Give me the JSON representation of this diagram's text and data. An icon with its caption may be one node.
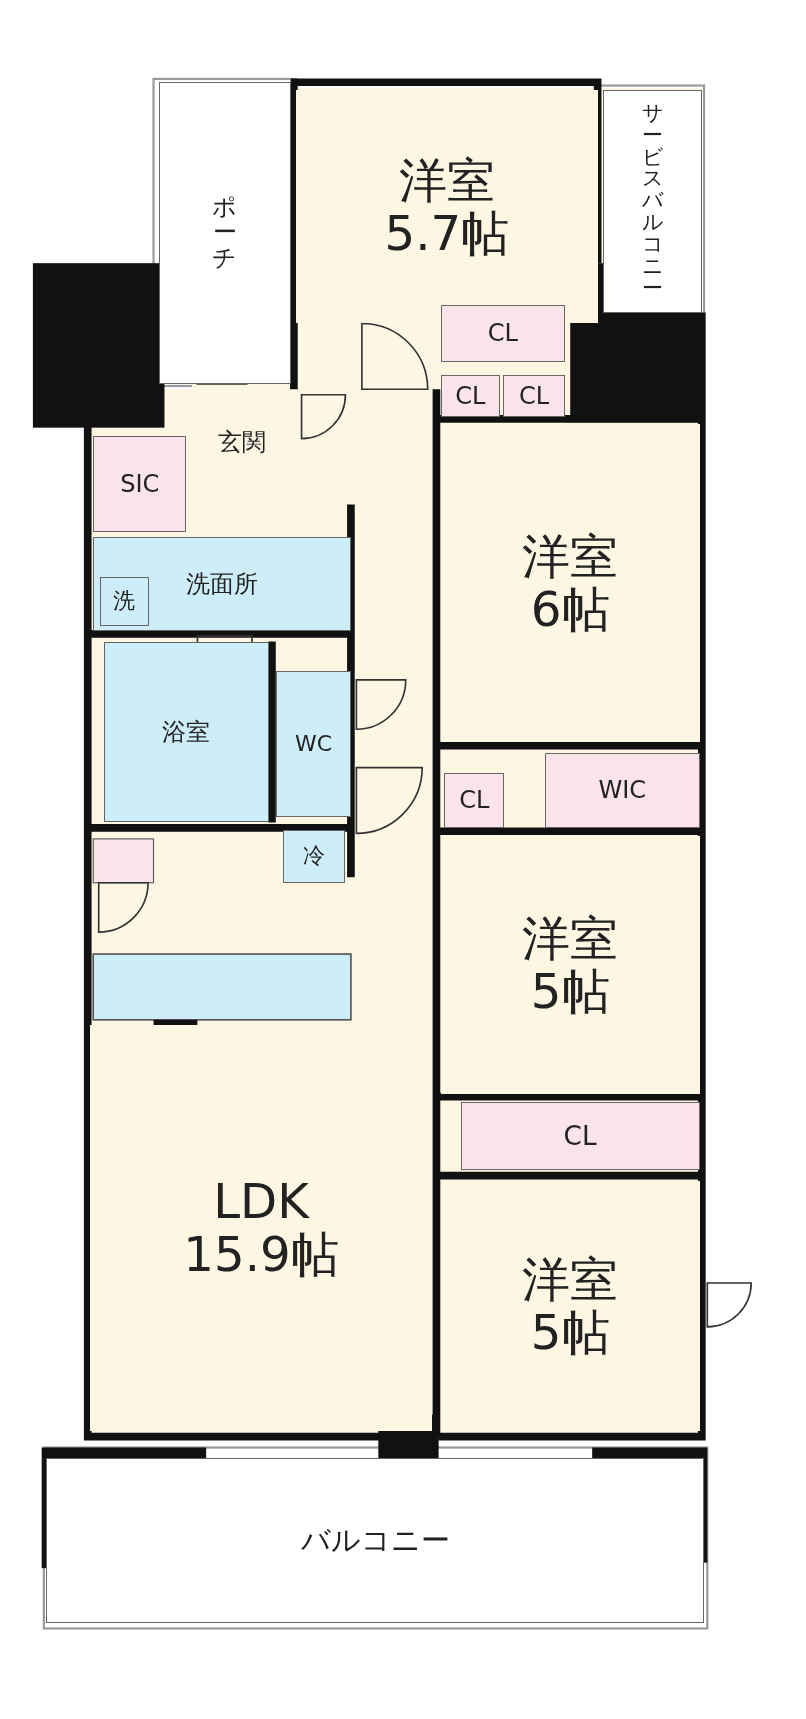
{
  "diagram": {
    "nodes": [
      {
        "text": [
          "ポーチ"
        ]
      },
      {
        "text": [
          "洋室5.7帖"
        ]
      },
      {
        "text": [
          "サービスバルコニー"
        ]
      },
      {
        "text": [
          "CL"
        ]
      },
      {
        "text": [
          "CL"
        ]
      },
      {
        "text": [
          "CL"
        ]
      },
      {
        "text": [
          "玄関"
        ]
      },
      {
        "text": [
          "SIC"
        ]
      },
      {
        "text": [
          "洗面所"
        ]
      },
      {
        "text": [
          "洗"
        ],
        "in": 8
      },
      {
        "text": [
          "浴室"
        ]
      },
      {
        "text": [
          "WC"
        ]
      },
      {
        "text": [
          "冷"
        ]
      },
      {
        "text": [
          "洋室6帖"
        ]
      },
      {
        "text": [
          "CL"
        ]
      },
      {
        "text": [
          "WIC"
        ]
      },
      {
        "text": [
          "洋室5帖"
        ]
      },
      {
        "text": [
          "LDK 15.9帖"
        ]
      },
      {
        "text": [
          "CL"
        ]
      },
      {
        "text": [
          "洋室5帖"
        ]
      },
      {
        "text": [
          "バルコニー"
        ]
      }
    ]
  }
}
